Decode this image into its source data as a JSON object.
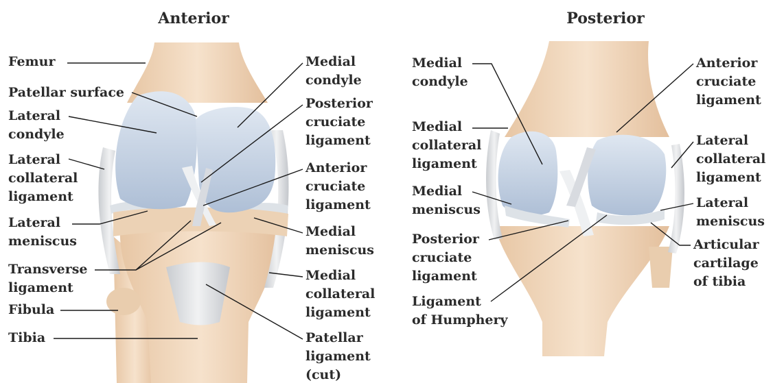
{
  "panels": {
    "anterior": {
      "title": "Anterior",
      "labels": {
        "femur": [
          "Femur"
        ],
        "patellar_surface": [
          "Patellar surface"
        ],
        "lateral_condyle": [
          "Lateral",
          "condyle"
        ],
        "lateral_collateral": [
          "Lateral",
          "collateral",
          "ligament"
        ],
        "lateral_meniscus": [
          "Lateral",
          "meniscus"
        ],
        "transverse": [
          "Transverse",
          "ligament"
        ],
        "fibula": [
          "Fibula"
        ],
        "tibia": [
          "Tibia"
        ],
        "medial_condyle": [
          "Medial",
          "condyle"
        ],
        "posterior_cruciate": [
          "Posterior",
          "cruciate",
          "ligament"
        ],
        "anterior_cruciate": [
          "Anterior",
          "cruciate",
          "ligament"
        ],
        "medial_meniscus": [
          "Medial",
          "meniscus"
        ],
        "medial_collateral": [
          "Medial",
          "collateral",
          "ligament"
        ],
        "patellar_ligament": [
          "Patellar",
          "ligament",
          "(cut)"
        ]
      }
    },
    "posterior": {
      "title": "Posterior",
      "labels": {
        "medial_condyle": [
          "Medial",
          "condyle"
        ],
        "medial_collateral": [
          "Medial",
          "collateral",
          "ligament"
        ],
        "medial_meniscus": [
          "Medial",
          "meniscus"
        ],
        "posterior_cruciate": [
          "Posterior",
          "cruciate",
          "ligament"
        ],
        "ligament_humphery": [
          "Ligament",
          "of Humphery"
        ],
        "anterior_cruciate": [
          "Anterior",
          "cruciate",
          "ligament"
        ],
        "lateral_collateral": [
          "Lateral",
          "collateral",
          "ligament"
        ],
        "lateral_meniscus": [
          "Lateral",
          "meniscus"
        ],
        "articular_cartilage": [
          "Articular",
          "cartilage",
          "of tibia"
        ]
      }
    }
  },
  "colors": {
    "bone": "#f3dcc3",
    "bone_shade": "#e6c3a0",
    "cartilage": "#c9d6e6",
    "ligament": "#e4e6e8",
    "text": "#2b2b2b"
  }
}
